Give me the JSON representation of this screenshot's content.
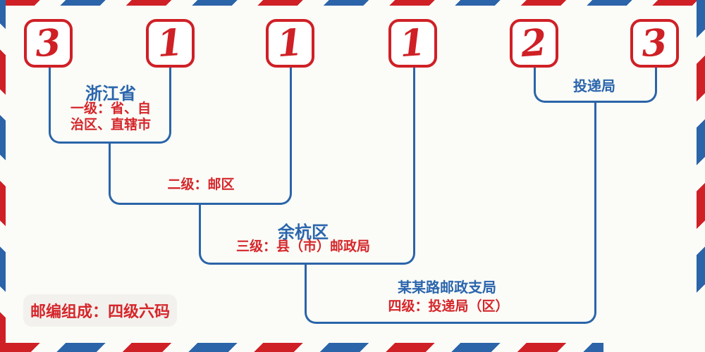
{
  "postal_code": {
    "digits": [
      "3",
      "1",
      "1",
      "1",
      "2",
      "3"
    ]
  },
  "labels": {
    "province_name": "浙江省",
    "level1_desc_line1": "一级：省、自",
    "level1_desc_line2": "治区、直辖市",
    "level2_desc": "二级：邮区",
    "district_name": "余杭区",
    "level3_desc": "三级：县（市）邮政局",
    "branch_name": "某某路邮政支局",
    "level4_desc": "四级：投递局（区）",
    "delivery_office": "投递局",
    "footer_note": "邮编组成：四级六码"
  },
  "colors": {
    "stripe_red": "#cf2026",
    "stripe_blue": "#2b64a9",
    "digit_red": "#cf2026",
    "text_red": "#d5262b",
    "text_blue": "#2b65ad",
    "line_blue": "#2b64a9",
    "background": "#fbfcf7",
    "footer_bg": "#f3f1ed"
  }
}
